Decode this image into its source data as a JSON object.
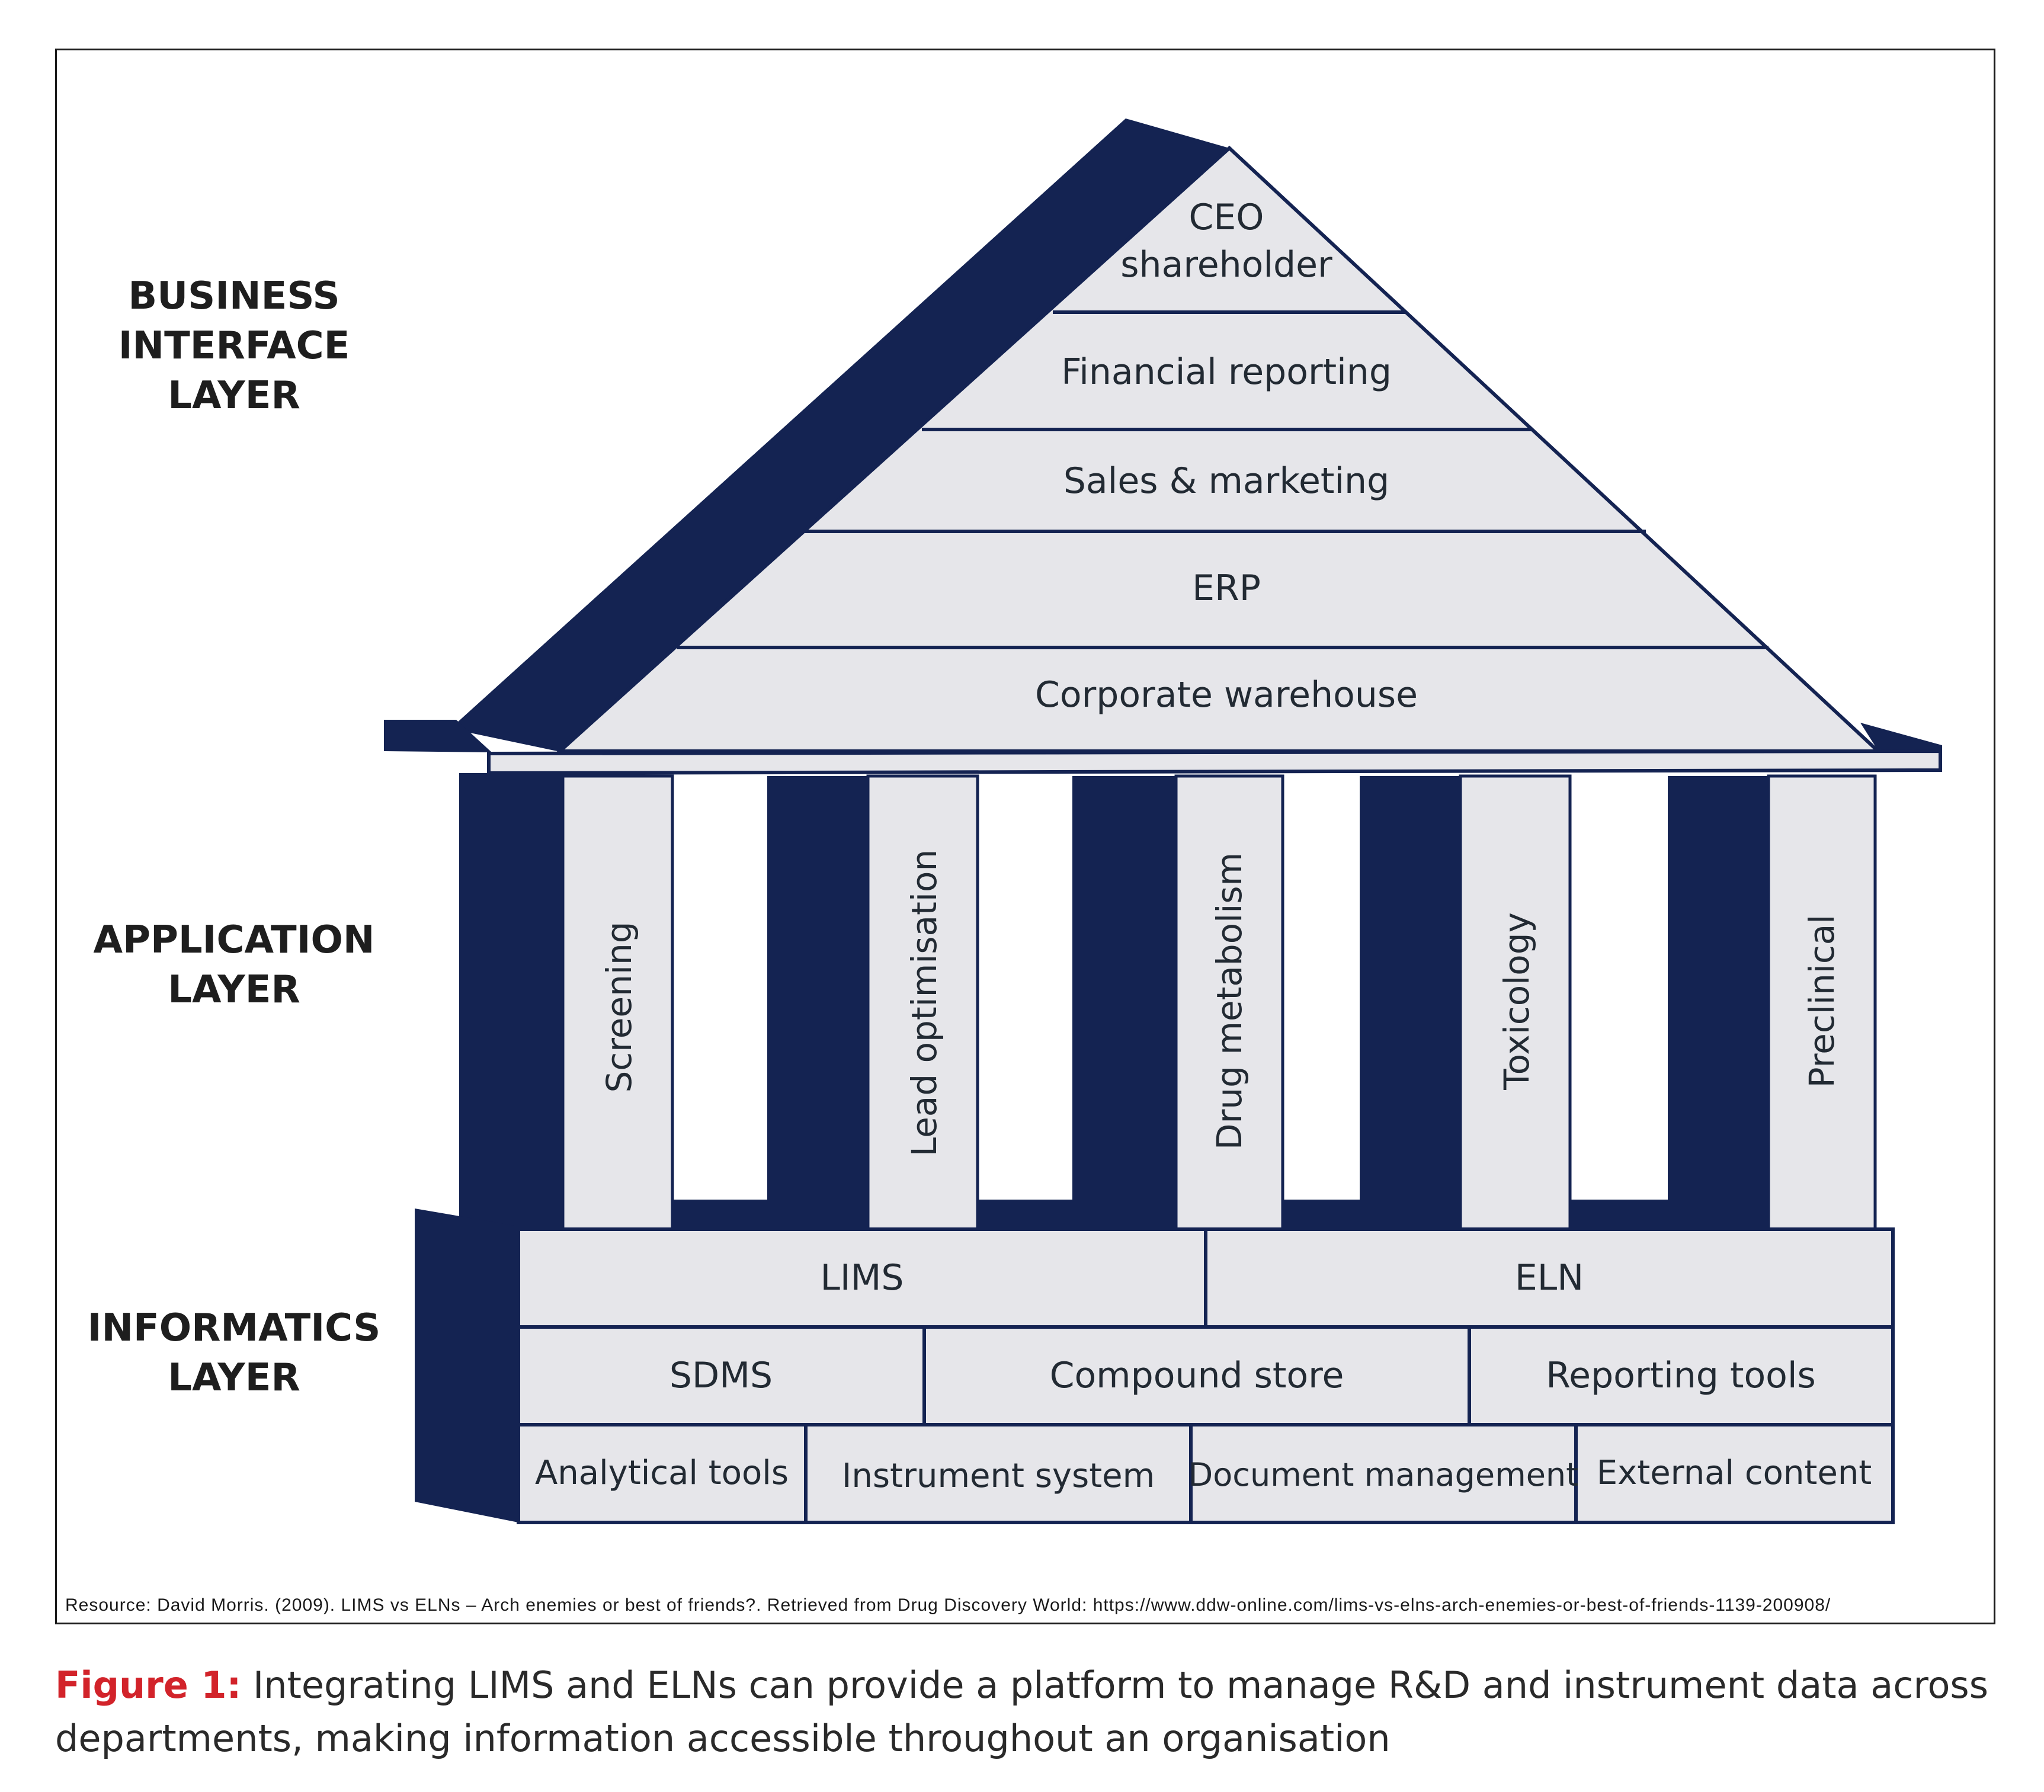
{
  "layers": {
    "business": "BUSINESS\nINTERFACE\nLAYER",
    "application": "APPLICATION\nLAYER",
    "informatics": "INFORMATICS\nLAYER"
  },
  "roof": {
    "tiers": [
      "CEO",
      "shareholder",
      "Financial reporting",
      "Sales & marketing",
      "ERP",
      "Corporate warehouse"
    ]
  },
  "pillars": [
    "Screening",
    "Lead optimisation",
    "Drug metabolism",
    "Toxicology",
    "Preclinical"
  ],
  "foundation": {
    "row1": [
      "LIMS",
      "ELN"
    ],
    "row2": [
      "SDMS",
      "Compound store",
      "Reporting tools"
    ],
    "row3": [
      "Analytical tools",
      "Instrument system",
      "Document management",
      "External content"
    ]
  },
  "source": "Resource: David Morris. (2009). LIMS vs ELNs – Arch enemies or best of friends?. Retrieved from Drug Discovery World: https://www.ddw-online.com/lims-vs-elns-arch-enemies-or-best-of-friends-1139-200908/",
  "caption": {
    "label": "Figure 1:",
    "text": " Integrating LIMS and ELNs can provide a platform to manage R&D and instrument data across departments, making information accessible throughout an organisation"
  },
  "colors": {
    "navy": "#142352",
    "panel": "#e6e6ea",
    "caption_red": "#d2232a"
  }
}
